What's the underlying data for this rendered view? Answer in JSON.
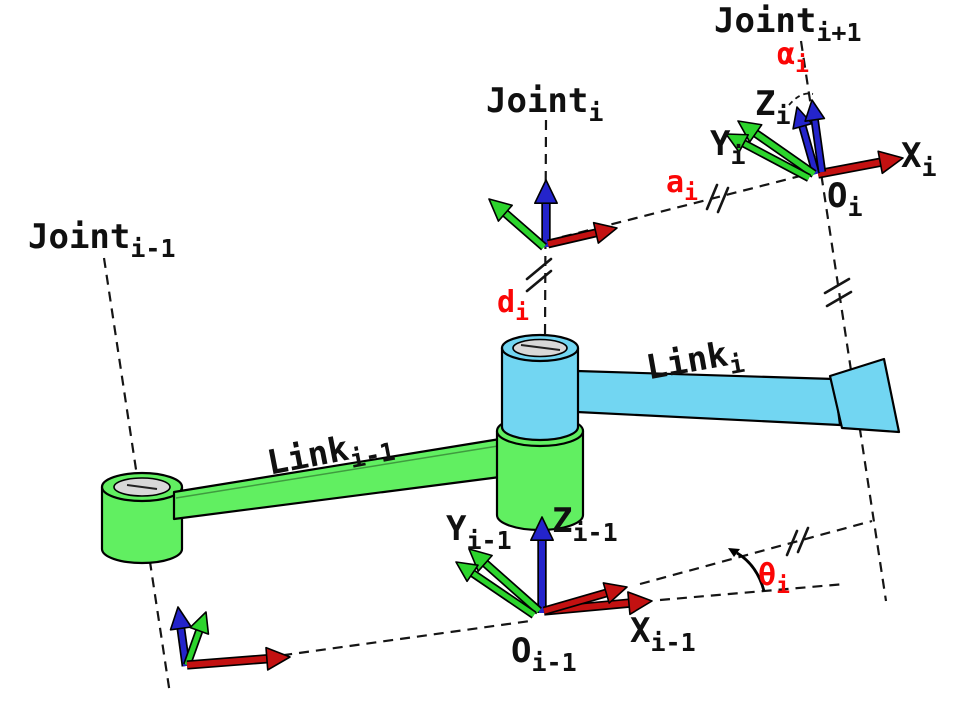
{
  "labels": {
    "joint_prev": {
      "main": "Joint",
      "sub": "i-1"
    },
    "joint_i": {
      "main": "Joint",
      "sub": "i"
    },
    "joint_next": {
      "main": "Joint",
      "sub": "i+1"
    },
    "link_prev": {
      "main": "Link",
      "sub": "i-1"
    },
    "link_i": {
      "main": "Link",
      "sub": "i"
    },
    "alpha_i": {
      "main": "α",
      "sub": "i"
    },
    "a_i": {
      "main": "a",
      "sub": "i"
    },
    "d_i": {
      "main": "d",
      "sub": "i"
    },
    "theta_i": {
      "main": "θ",
      "sub": "i"
    },
    "origin_i": {
      "main": "O",
      "sub": "i"
    },
    "x_i": {
      "main": "X",
      "sub": "i"
    },
    "y_i": {
      "main": "Y",
      "sub": "i"
    },
    "z_i": {
      "main": "Z",
      "sub": "i"
    },
    "origin_prev": {
      "main": "O",
      "sub": "i-1"
    },
    "x_prev": {
      "main": "X",
      "sub": "i-1"
    },
    "y_prev": {
      "main": "Y",
      "sub": "i-1"
    },
    "z_prev": {
      "main": "Z",
      "sub": "i-1"
    }
  },
  "colors": {
    "x_axis": "#c31111",
    "y_axis": "#2cd42c",
    "z_axis": "#2424cb",
    "link_prev_fill": "#61ef61",
    "link_i_fill": "#72d6f2",
    "metal_face": "#d8d8d8",
    "param_text": "#fb0606",
    "label_text": "#101010",
    "background": "#ffffff"
  }
}
